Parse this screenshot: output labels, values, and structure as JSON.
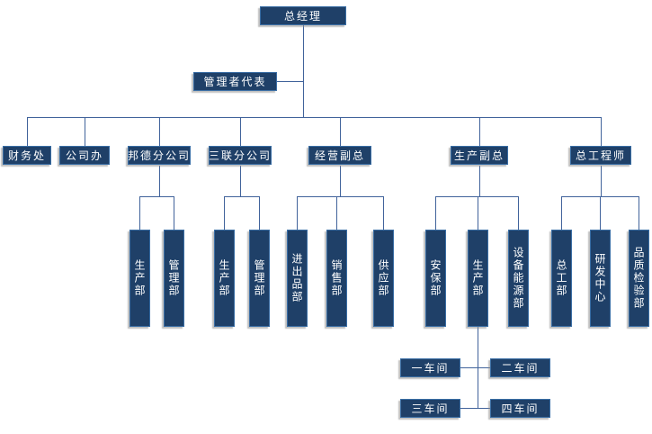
{
  "org": {
    "root": {
      "label": "总经理"
    },
    "representative": {
      "label": "管理者代表"
    },
    "departments": [
      {
        "label": "财务处",
        "children": []
      },
      {
        "label": "公司办",
        "children": []
      },
      {
        "label": "邦德分公司",
        "children": [
          {
            "label": "生产部"
          },
          {
            "label": "管理部"
          }
        ]
      },
      {
        "label": "三联分公司",
        "children": [
          {
            "label": "生产部"
          },
          {
            "label": "管理部"
          }
        ]
      },
      {
        "label": "经营副总",
        "children": [
          {
            "label": "进出品部"
          },
          {
            "label": "销售部"
          },
          {
            "label": "供应部"
          }
        ]
      },
      {
        "label": "生产副总",
        "children": [
          {
            "label": "安保部"
          },
          {
            "label": "生产部"
          },
          {
            "label": "设备能源部"
          }
        ]
      },
      {
        "label": "总工程师",
        "children": [
          {
            "label": "总工部"
          },
          {
            "label": "研发中心"
          },
          {
            "label": "品质检验部"
          }
        ]
      }
    ],
    "workshops": [
      {
        "label": "一车间"
      },
      {
        "label": "二车间"
      },
      {
        "label": "三车间"
      },
      {
        "label": "四车间"
      }
    ]
  },
  "colors": {
    "box_fill": "#1F4068",
    "box_border": "#3A6EA5",
    "line": "#41639B",
    "box_text": "#FFFFFF",
    "background": "#FFFFFF"
  }
}
